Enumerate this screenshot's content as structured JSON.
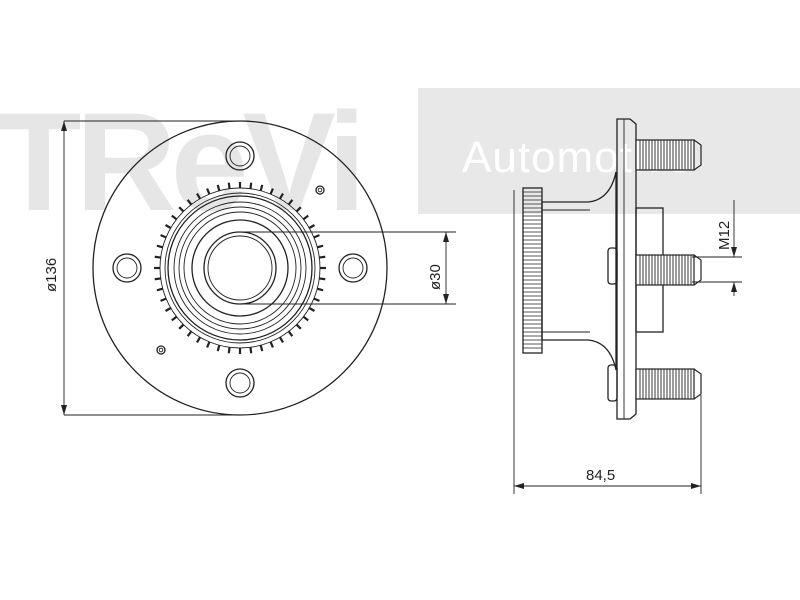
{
  "watermark": {
    "brand": "TReVi",
    "tagline": "Automotive",
    "band_color": "#e8e8e8"
  },
  "dimensions": {
    "outer_diameter": "ø136",
    "bore_diameter": "ø30",
    "thread": "M12",
    "overall_width": "84,5"
  },
  "colors": {
    "line": "#222222",
    "watermark_text": "#e6e6e6"
  }
}
